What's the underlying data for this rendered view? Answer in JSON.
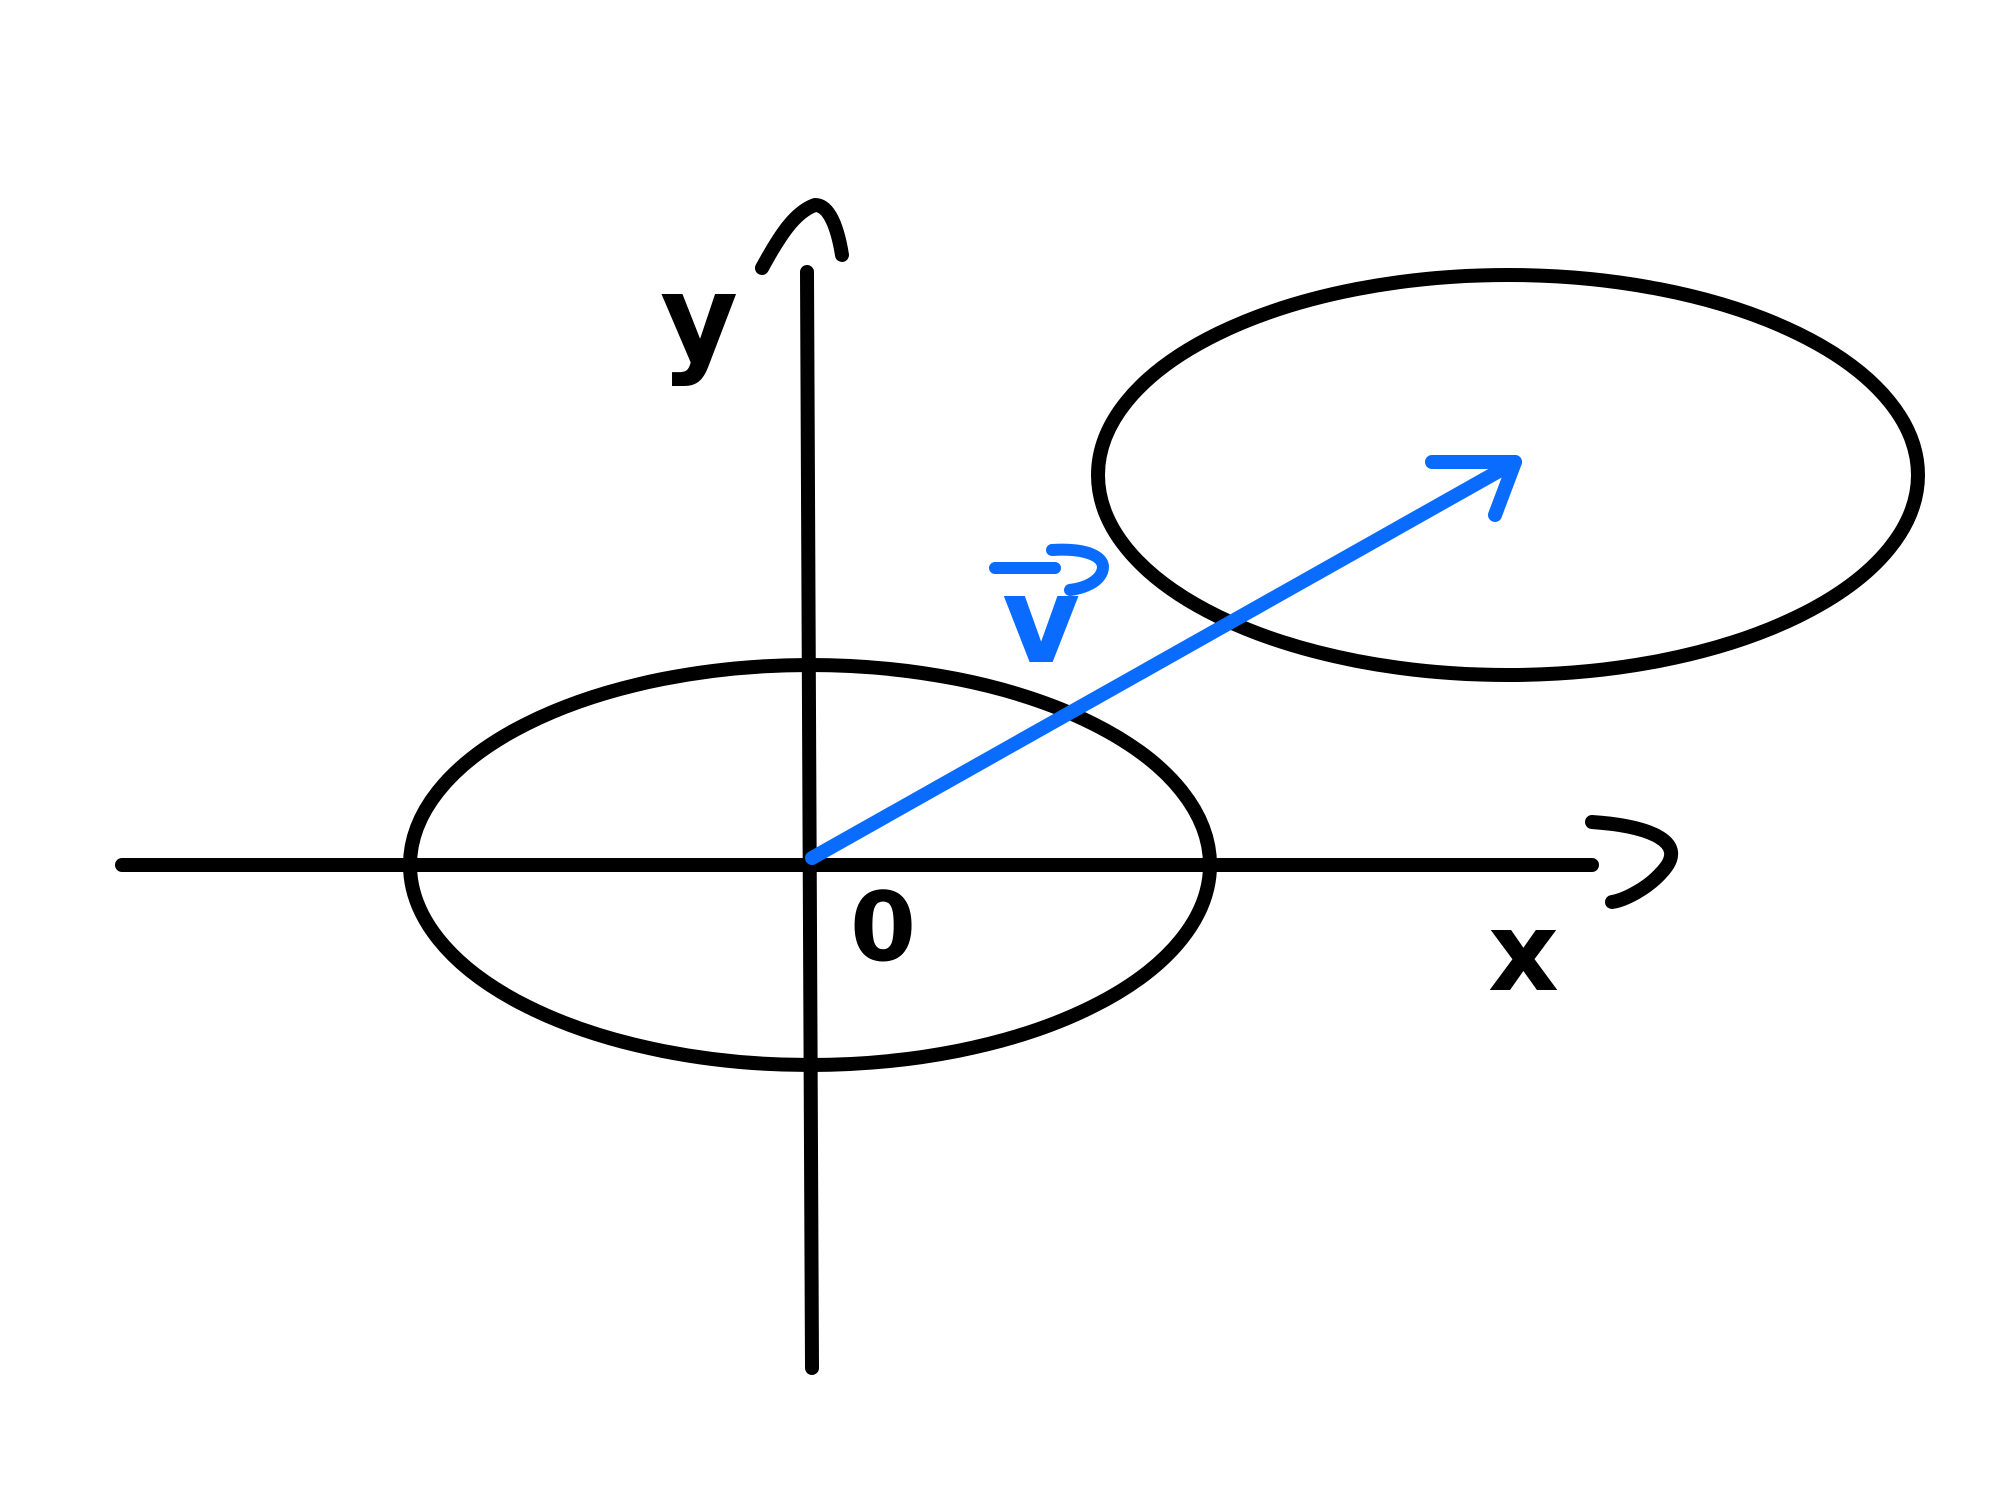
{
  "diagram": {
    "labels": {
      "y_axis": "y",
      "x_axis": "x",
      "origin": "0",
      "vector": "v"
    },
    "colors": {
      "ink": "#000000",
      "vector": "#0a6cff",
      "background": "#ffffff"
    },
    "icons": {
      "vector_arrow_symbol": "vector-arrow-icon"
    }
  }
}
